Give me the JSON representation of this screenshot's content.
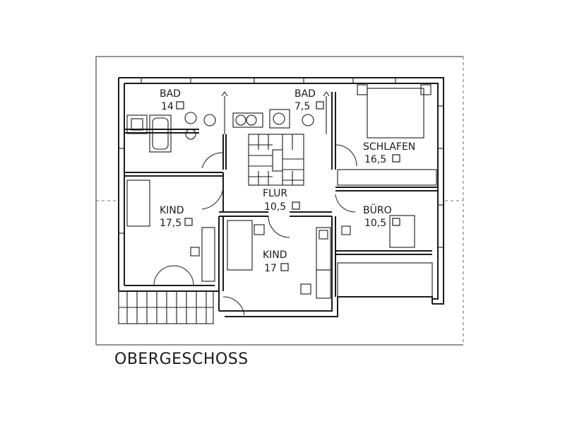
{
  "plan_title": "OBERGESCHOSS",
  "rooms": [
    {
      "name": "BAD",
      "area": "14"
    },
    {
      "name": "BAD",
      "area": "7,5"
    },
    {
      "name": "SCHLAFEN",
      "area": "16,5"
    },
    {
      "name": "FLUR",
      "area": "10,5"
    },
    {
      "name": "KIND",
      "area": "17,5"
    },
    {
      "name": "BÜRO",
      "area": "10,5"
    },
    {
      "name": "KIND",
      "area": "17"
    }
  ]
}
